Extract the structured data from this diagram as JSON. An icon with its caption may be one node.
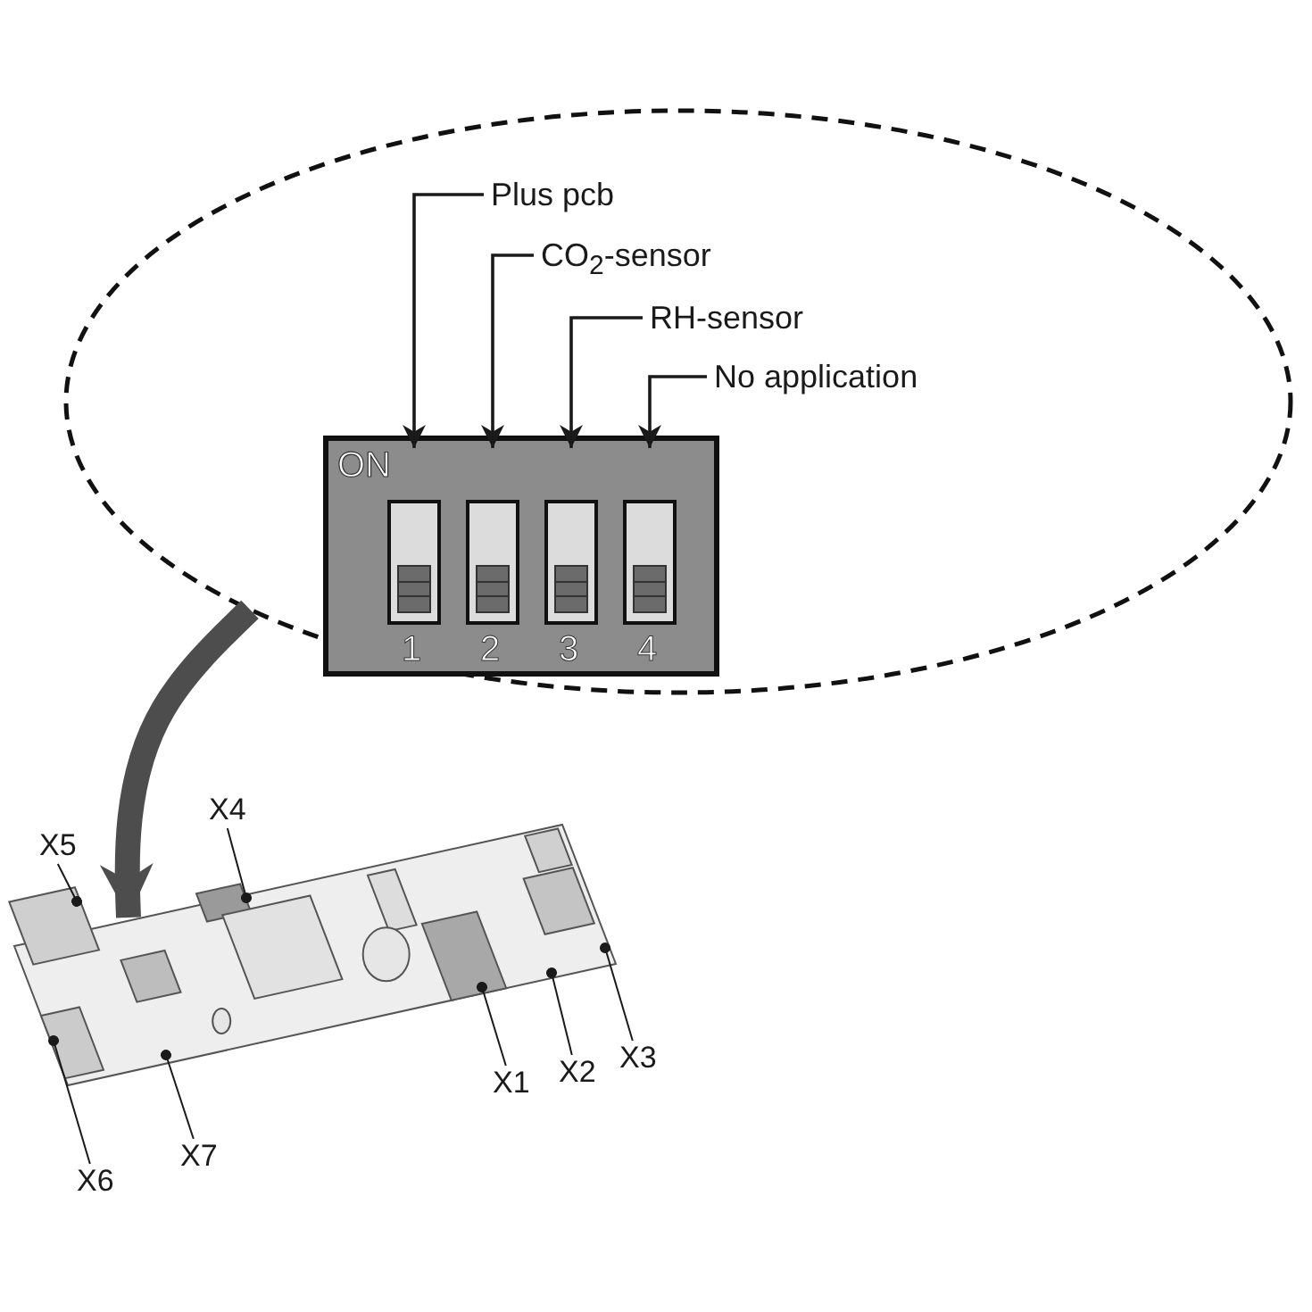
{
  "diagram": {
    "nodes": [
      {
        "text": [],
        "shape": "ellipse"
      },
      {
        "text": [
          "Plus pcb"
        ],
        "in": 0
      },
      {
        "text": [
          "CO$_{2}$-sensor"
        ],
        "in": 0
      },
      {
        "text": [
          "RH-sensor"
        ],
        "in": 0
      },
      {
        "text": [
          "No application"
        ],
        "in": 0
      },
      {
        "text": [
          "ON"
        ],
        "in": 0
      },
      {
        "text": [
          "1"
        ],
        "in": 5
      },
      {
        "text": [
          "2"
        ],
        "in": 5
      },
      {
        "text": [
          "3"
        ],
        "in": 5
      },
      {
        "text": [
          "4"
        ],
        "in": 5
      },
      {
        "text": [],
        "shape": "picture"
      },
      {
        "text": [
          "X4"
        ]
      },
      {
        "text": [
          "X5"
        ]
      },
      {
        "text": [
          "X1"
        ]
      },
      {
        "text": [
          "X2"
        ]
      },
      {
        "text": [
          "X3"
        ]
      },
      {
        "text": [
          "X6"
        ]
      },
      {
        "text": [
          "X7"
        ]
      }
    ],
    "edges": [
      {
        "from": 1,
        "to": 6,
        "arrow": "to"
      },
      {
        "from": 2,
        "to": 7,
        "arrow": "to"
      },
      {
        "from": 3,
        "to": 8,
        "arrow": "to"
      },
      {
        "from": 4,
        "to": 9,
        "arrow": "to"
      },
      {
        "from": 0,
        "to": 10,
        "arrow": "to",
        "style": "thick",
        "color": "#4d4d4d"
      },
      {
        "from": 11,
        "to": 10,
        "arrow": "other"
      },
      {
        "from": 12,
        "to": 10,
        "arrow": "other"
      },
      {
        "from": 13,
        "to": 10,
        "arrow": "other"
      },
      {
        "from": 14,
        "to": 10,
        "arrow": "other"
      },
      {
        "from": 15,
        "to": 10,
        "arrow": "other"
      },
      {
        "from": 16,
        "to": 10,
        "arrow": "other"
      },
      {
        "from": 17,
        "to": 10,
        "arrow": "other"
      }
    ]
  }
}
